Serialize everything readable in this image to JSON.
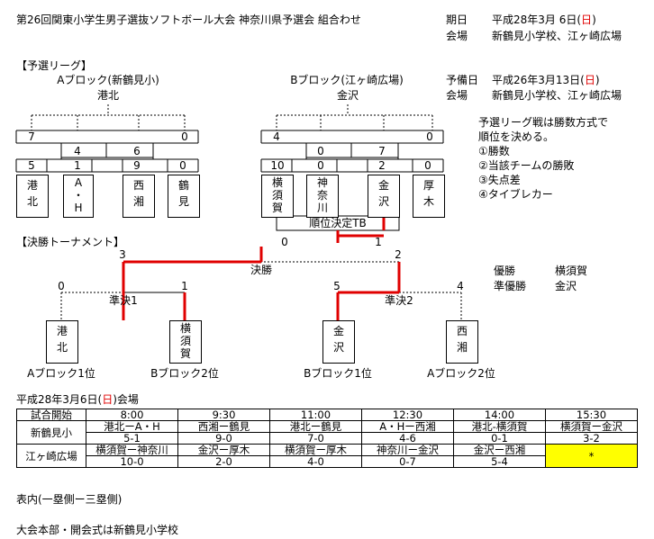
{
  "title": "第26回関東小学生男子選抜ソフトボール大会 神奈川県予選会 組合わせ",
  "header": {
    "date_label": "期日",
    "date_prefix": "平成28年3月 6日(",
    "date_day": "日",
    "date_suffix": ")",
    "venue_label": "会場",
    "venue_value": "新鶴見小学校、江ヶ崎広場",
    "reserve_label": "予備日",
    "reserve_prefix": "平成26年3月13日(",
    "reserve_day": "日",
    "reserve_suffix": ")",
    "venue2_label": "会場",
    "venue2_value": "新鶴見小学校、江ヶ崎広場"
  },
  "league": {
    "section_label": "【予選リーグ】",
    "block_a": {
      "label": "Aブロック(新鶴見小)",
      "seed": "港北",
      "scores_top": [
        "7",
        "0"
      ],
      "scores_mid": [
        "4",
        "6"
      ],
      "scores_bottom": [
        "5",
        "1",
        "9",
        "0"
      ],
      "teams": [
        [
          "港",
          "北"
        ],
        [
          "A",
          "・",
          "H"
        ],
        [
          "西",
          "湘"
        ],
        [
          "鶴",
          "見"
        ]
      ]
    },
    "block_b": {
      "label": "Bブロック(江ヶ崎広場)",
      "seed": "金沢",
      "scores_top": [
        "4",
        "0"
      ],
      "scores_mid": [
        "0",
        "7"
      ],
      "scores_bottom": [
        "10",
        "0",
        "2",
        "0"
      ],
      "teams": [
        [
          "横",
          "須",
          "賀"
        ],
        [
          "神",
          "奈",
          "川"
        ],
        [
          "金",
          "沢"
        ],
        [
          "厚",
          "木"
        ]
      ]
    },
    "tiebreak_label": "順位決定TB",
    "tiebreak_scores": [
      "0",
      "1"
    ],
    "rules": [
      "予選リーグ戦は勝数方式で",
      "順位を決める。",
      "①勝数",
      "②当該チームの勝敗",
      "③失点差",
      "④タイブレカー"
    ]
  },
  "tournament": {
    "section_label": "【決勝トーナメント】",
    "final_label": "決勝",
    "final_scores": [
      "3",
      "2"
    ],
    "semi1_label": "準決1",
    "semi1_scores": [
      "0",
      "1"
    ],
    "semi2_label": "準決2",
    "semi2_scores": [
      "5",
      "4"
    ],
    "teams": [
      [
        "港",
        "北"
      ],
      [
        "横",
        "須",
        "賀"
      ],
      [
        "金",
        "沢"
      ],
      [
        "西",
        "湘"
      ]
    ],
    "team_labels": [
      "Aブロック1位",
      "Bブロック2位",
      "Bブロック1位",
      "Aブロック2位"
    ],
    "winner_label": "優勝",
    "winner_value": "横須賀",
    "runner_label": "準優勝",
    "runner_value": "金沢"
  },
  "schedule": {
    "date_prefix": "平成28年3月6日(",
    "date_day": "日",
    "date_suffix": ")会場",
    "start_label": "試合開始",
    "times": [
      "8:00",
      "9:30",
      "11:00",
      "12:30",
      "14:00",
      "15:30"
    ],
    "venues": [
      {
        "name": "新鶴見小",
        "games": [
          "港北ーA・H",
          "西湘ー鶴見",
          "港北ー鶴見",
          "A・Hー西湘",
          "港北-横須賀",
          "横須賀ー金沢"
        ],
        "scores": [
          "5-1",
          "9-0",
          "7-0",
          "4-6",
          "0-1",
          "3-2"
        ]
      },
      {
        "name": "江ヶ崎広場",
        "games": [
          "横須賀ー神奈川",
          "金沢ー厚木",
          "横須賀ー厚木",
          "神奈川ー金沢",
          "金沢ー西湘",
          "*"
        ],
        "scores": [
          "10-0",
          "2-0",
          "4-0",
          "0-7",
          "5-4",
          ""
        ]
      }
    ]
  },
  "notes": {
    "note1": "表内(一塁側ー三塁側)",
    "note2": "大会本部・開会式は新鶴見小学校"
  },
  "colors": {
    "win_line": "#e00000",
    "highlight": "#ffff00"
  }
}
